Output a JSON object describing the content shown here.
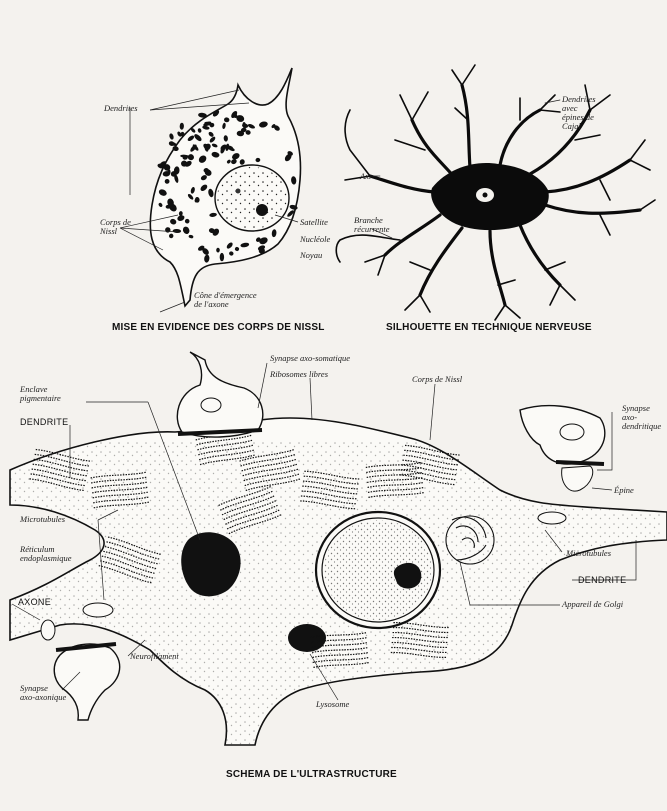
{
  "panel_nissl": {
    "caption": "MISE EN EVIDENCE DES CORPS DE NISSL",
    "labels": {
      "dendrites": "Dendrites",
      "corps_de_nissl": "Corps de\nNissl",
      "satellite": "Satellite",
      "nucleole": "Nucléole",
      "noyau": "Noyau",
      "cone": "Cône d'émergence\nde l'axone"
    }
  },
  "panel_silhouette": {
    "caption": "SILHOUETTE EN TECHNIQUE NERVEUSE",
    "labels": {
      "dendrites_epines": "Dendrites\navec\népines de\nCajal",
      "ax": "Ax.",
      "branche": "Branche\nrécurrente"
    }
  },
  "panel_ultra": {
    "caption": "SCHEMA DE L'ULTRASTRUCTURE",
    "labels": {
      "synapse_axosomatique": "Synapse axo-somatique",
      "ribosomes": "Ribosomes libres",
      "corps_nissl": "Corps de Nissl",
      "synapse_axodendritique": "Synapse axo-\ndendritique",
      "enclave": "Enclave\npigmentaire",
      "dendrite_left": "DENDRITE",
      "epine": "Épine",
      "microtubules_left": "Microtubules",
      "reticulum": "Réticulum\nendoplasmique",
      "microtubules_right": "Microtubules",
      "dendrite_right": "DENDRITE",
      "axone": "AXONE",
      "golgi": "Appareil de Golgi",
      "neurofilament": "Neurofilament",
      "synapse_axoaxonique": "Synapse\naxo-axonique",
      "lysosome": "Lysosome"
    }
  }
}
